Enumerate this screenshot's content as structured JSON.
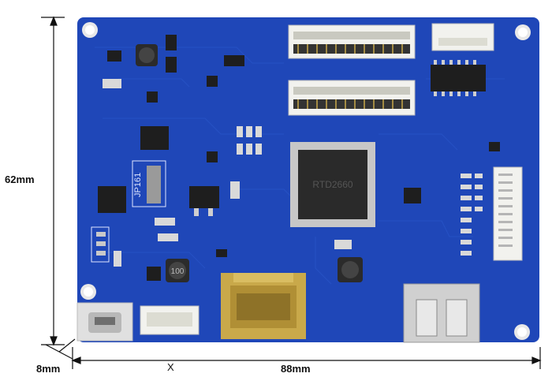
{
  "dimensions": {
    "height_label": "62mm",
    "width_label": "88mm",
    "depth_label": "8mm",
    "x_mark": "X"
  },
  "board": {
    "chip_label": "RTD2660",
    "jumper_label": "JP161",
    "inductor_label": "100",
    "colors": {
      "pcb": "#1f47b8",
      "pcb_dark": "#16369a",
      "gold": "#c9a94a",
      "metal": "#d9d9d9",
      "connector": "#f2f2ee"
    }
  }
}
